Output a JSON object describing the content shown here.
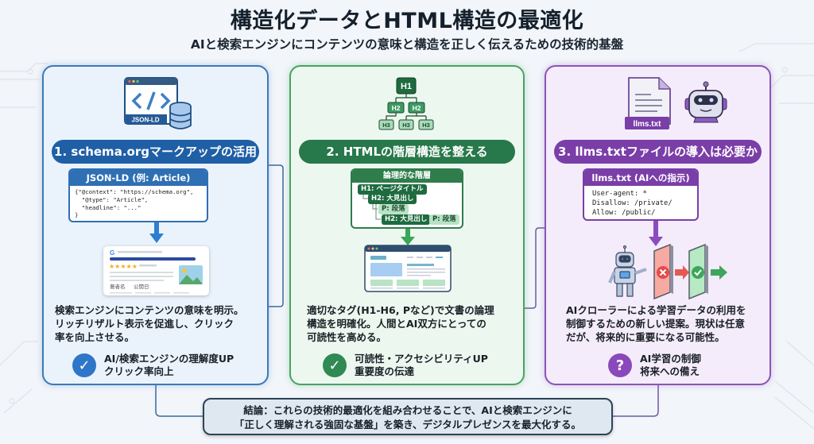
{
  "header": {
    "title": "構造化データとHTML構造の最適化",
    "subtitle": "AIと検索エンジンにコンテンツの意味と構造を正しく伝えるための技術的基盤"
  },
  "colors": {
    "blue": "#1f5fa5",
    "green": "#27784a",
    "purple": "#7a3ea8",
    "background": "#f2f5f9"
  },
  "sections": [
    {
      "icon_label": "JSON-LD",
      "icon": "code-window-database-icon",
      "title": "1. schema.orgマークアップの活用",
      "box_title": "JSON-LD (例: Article)",
      "code_lines": [
        "{\"@context\": \"https://schema.org\",",
        "  \"@type\": \"Article\",",
        "  \"headline\": \"...\"",
        "}"
      ],
      "result_illustration": {
        "icon": "google-rich-result-icon",
        "meta": [
          "著者名",
          "公開日"
        ],
        "rating_stars": 5
      },
      "description": [
        "検索エンジンにコンテンツの意味を明示。",
        "リッチリザルト表示を促進し、クリック",
        "率を向上させる。"
      ],
      "benefit_icon": "check-circle-icon",
      "benefit": [
        "AI/検索エンジンの理解度UP",
        "クリック率向上"
      ]
    },
    {
      "icon": "heading-tree-icon",
      "tree": {
        "h1": "H1",
        "h2": [
          "H2",
          "H2"
        ],
        "h3": [
          "H3",
          "H3",
          "H3"
        ]
      },
      "title": "2. HTMLの階層構造を整える",
      "box_title": "論理的な階層",
      "hierarchy": [
        {
          "label": "H1: ページタイトル",
          "style": "dark"
        },
        {
          "label": "H2: 大見出し",
          "style": "dark"
        },
        {
          "label": "P: 段落",
          "style": "light"
        },
        {
          "label": "H2: 大見出し",
          "style": "dark"
        },
        {
          "label": "P: 段落",
          "style": "light"
        }
      ],
      "result_illustration": {
        "icon": "webpage-layout-icon"
      },
      "description": [
        "適切なタグ(H1-H6, Pなど)で文書の論理",
        "構造を明確化。人間とAI双方にとっての",
        "可読性を高める。"
      ],
      "benefit_icon": "check-circle-icon",
      "benefit": [
        "可読性・アクセシビリティUP",
        "重要度の伝達"
      ]
    },
    {
      "icon_label": "llms.txt",
      "icon": "text-file-icon",
      "icon2": "robot-icon",
      "title": "3. llms.txtファイルの導入は必要か",
      "box_title": "llms.txt (AIへの指示)",
      "code_lines": [
        "User-agent: *",
        "Disallow: /private/",
        "Allow: /public/"
      ],
      "result_illustration": {
        "icon": "robot-gate-icon",
        "gates": [
          "blocked",
          "allowed"
        ]
      },
      "description": [
        "AIクローラーによる学習データの利用を",
        "制御するための新しい提案。現状は任意",
        "だが、将来的に重要になる可能性。"
      ],
      "benefit_icon": "question-circle-icon",
      "benefit_symbol": "?",
      "benefit": [
        "AI学習の制御",
        "将来への備え"
      ]
    }
  ],
  "conclusion": {
    "lines": [
      "結論：これらの技術的最適化を組み合わせることで、AIと検索エンジンに",
      "「正しく理解される強固な基盤」を築き、デジタルプレゼンスを最大化する。"
    ]
  }
}
